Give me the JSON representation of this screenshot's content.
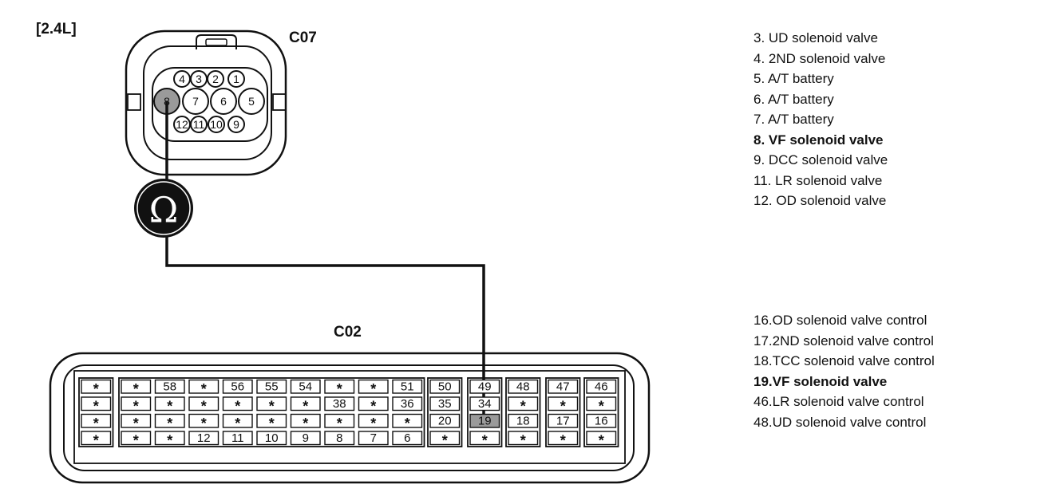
{
  "engine_label": "[2.4L]",
  "c07": {
    "label": "C07",
    "pins": {
      "top": [
        "4",
        "3",
        "2",
        "1"
      ],
      "middle": [
        "8",
        "7",
        "6",
        "5"
      ],
      "bottom": [
        "12",
        "11",
        "10",
        "9"
      ]
    },
    "highlighted_pin": "8"
  },
  "ohmmeter": {
    "symbol": "Ω"
  },
  "c02": {
    "label": "C02",
    "rows": [
      [
        "*",
        "*",
        "58",
        "*",
        "56",
        "55",
        "54",
        "*",
        "*",
        "51",
        "50",
        "49",
        "48",
        "47",
        "46"
      ],
      [
        "*",
        "*",
        "*",
        "*",
        "*",
        "*",
        "*",
        "38",
        "*",
        "36",
        "35",
        "34",
        "*",
        "*",
        "*"
      ],
      [
        "*",
        "*",
        "*",
        "*",
        "*",
        "*",
        "*",
        "*",
        "*",
        "*",
        "20",
        "19",
        "18",
        "17",
        "16"
      ],
      [
        "*",
        "*",
        "*",
        "12",
        "11",
        "10",
        "9",
        "8",
        "7",
        "6",
        "*",
        "*",
        "*",
        "*",
        "*"
      ]
    ],
    "highlighted_pin": "19"
  },
  "legend_c07": [
    {
      "text": "3. UD solenoid valve",
      "bold": false
    },
    {
      "text": "4. 2ND solenoid valve",
      "bold": false
    },
    {
      "text": "5. A/T battery",
      "bold": false
    },
    {
      "text": "6. A/T battery",
      "bold": false
    },
    {
      "text": "7. A/T battery",
      "bold": false
    },
    {
      "text": "8. VF solenoid valve",
      "bold": true
    },
    {
      "text": "9. DCC solenoid valve",
      "bold": false
    },
    {
      "text": "11. LR solenoid valve",
      "bold": false
    },
    {
      "text": "12. OD solenoid valve",
      "bold": false
    }
  ],
  "legend_c02": [
    {
      "text": "16.OD solenoid valve control",
      "bold": false
    },
    {
      "text": "17.2ND solenoid valve control",
      "bold": false
    },
    {
      "text": "18.TCC solenoid valve control",
      "bold": false
    },
    {
      "text": "19.VF solenoid valve",
      "bold": true
    },
    {
      "text": "46.LR solenoid valve control",
      "bold": false
    },
    {
      "text": "48.UD solenoid valve control",
      "bold": false
    }
  ],
  "colors": {
    "line": "#111111",
    "highlight": "#9a9a9a",
    "meter": "#111111"
  }
}
